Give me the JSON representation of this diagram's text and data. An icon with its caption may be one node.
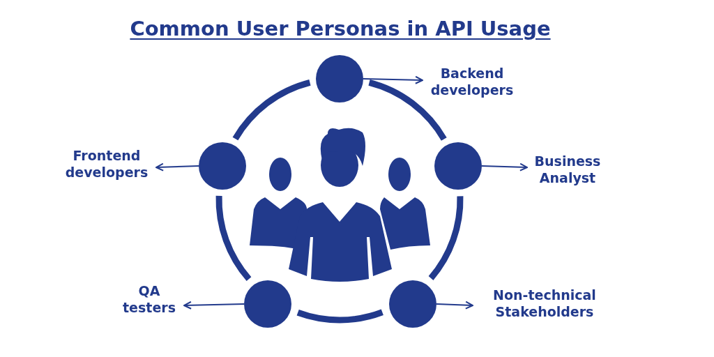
{
  "diagram": {
    "title": "Common User Personas in API Usage",
    "nodes": [
      {
        "text": [],
        "shape": "circle"
      },
      {
        "text": [],
        "shape": "circle"
      },
      {
        "text": [],
        "shape": "circle"
      },
      {
        "text": [],
        "shape": "circle"
      },
      {
        "text": [],
        "shape": "circle"
      },
      {
        "text": [
          "Backend developers"
        ]
      },
      {
        "text": [
          "Frontend developers"
        ]
      },
      {
        "text": [
          "Business Analyst"
        ]
      },
      {
        "text": [
          "QA testers"
        ]
      },
      {
        "text": [
          "Non-technical Stakeholders"
        ]
      }
    ],
    "edges": [
      {
        "from": 0,
        "to": 5,
        "arrow": "to"
      },
      {
        "from": 1,
        "to": 6,
        "arrow": "to"
      },
      {
        "from": 2,
        "to": 7,
        "arrow": "to"
      },
      {
        "from": 3,
        "to": 8,
        "arrow": "to"
      },
      {
        "from": 4,
        "to": 9,
        "arrow": "to"
      },
      {
        "from": 0,
        "to": 2,
        "arrow": "none",
        "style": "thick"
      },
      {
        "from": 2,
        "to": 4,
        "arrow": "none",
        "style": "thick"
      },
      {
        "from": 4,
        "to": 3,
        "arrow": "none",
        "style": "thick"
      },
      {
        "from": 3,
        "to": 1,
        "arrow": "none",
        "style": "thick"
      },
      {
        "from": 1,
        "to": 0,
        "arrow": "none",
        "style": "thick"
      }
    ]
  }
}
